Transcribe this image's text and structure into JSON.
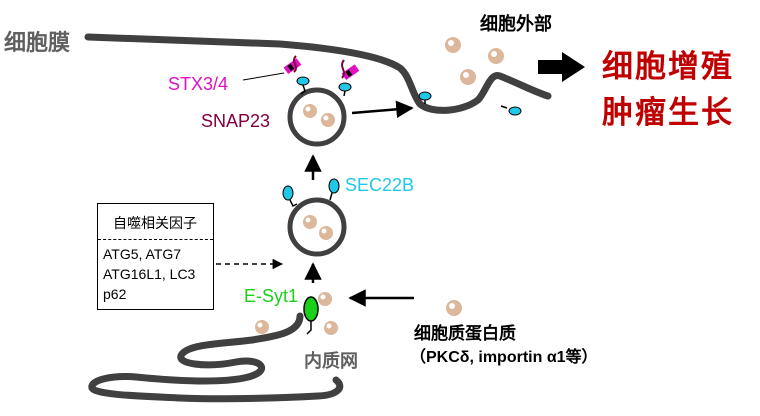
{
  "labels": {
    "membrane": "细胞膜",
    "extracellular": "细胞外部",
    "outcome_line1": "细胞增殖",
    "outcome_line2": "肿瘤生长",
    "stx": "STX3/4",
    "snap": "SNAP23",
    "sec22b": "SEC22B",
    "esyt1": "E-Syt1",
    "er": "内质网",
    "cargo_line1": "细胞质蛋白质",
    "cargo_line2": "（PKCδ, importin α1等）"
  },
  "factor_box": {
    "title": "自噬相关因子",
    "lines": [
      "ATG5, ATG7",
      "ATG16L1, LC3",
      "p62"
    ]
  },
  "colors": {
    "membrane": "#404040",
    "cargo": "#dcb79b",
    "stx": "#e010c0",
    "sec22b": "#20c8e8",
    "esyt1": "#18d018",
    "outcome": "#c00000",
    "snap": "#800040"
  }
}
